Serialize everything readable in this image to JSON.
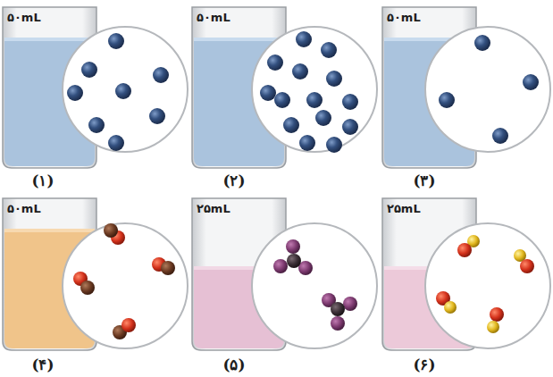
{
  "diagram": {
    "labels": [
      "۵۰mL",
      "۵۰mL",
      "۵۰mL",
      "(۱)",
      "(۲)",
      "(۳)",
      "۵۰mL",
      "۲۵mL",
      "۲۵mL",
      "(۴)",
      "(۵)",
      "(۶)"
    ]
  }
}
